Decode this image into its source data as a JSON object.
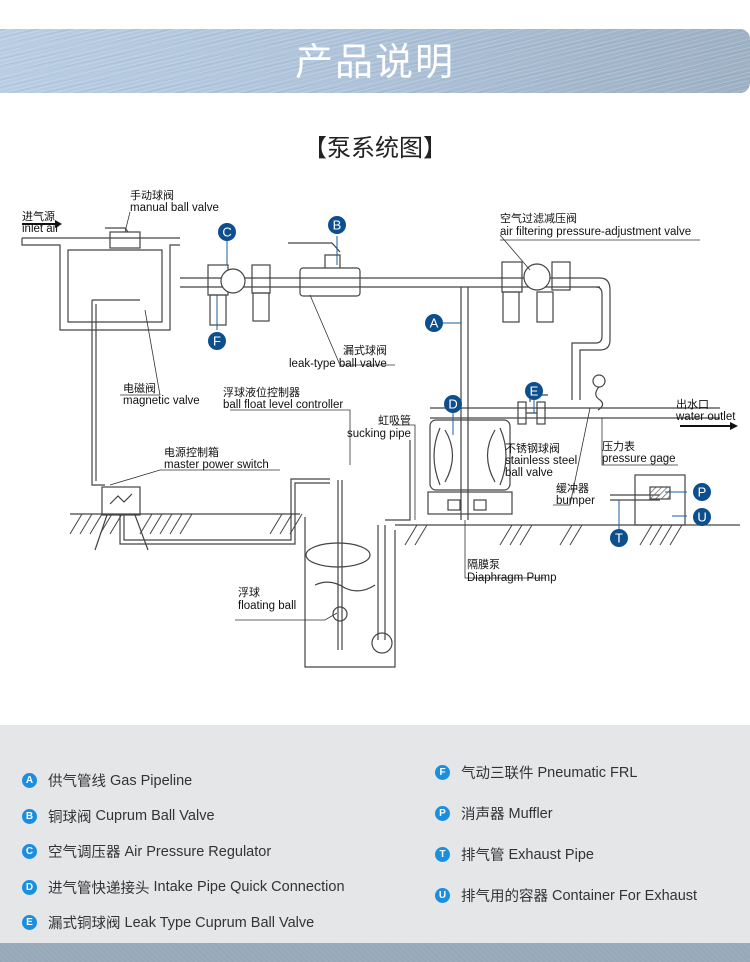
{
  "header": {
    "title": "产品说明"
  },
  "subtitle": "【泵系统图】",
  "colors": {
    "badge_diagram": "#0d4f8c",
    "badge_legend": "#1a8fe0",
    "header_band": "#aec3da",
    "legend_bg": "#e5e6e8"
  },
  "diagram": {
    "labels": {
      "inlet_air": {
        "cn": "进气源",
        "en": "inlet air"
      },
      "manual_ball_valve": {
        "cn": "手动球阀",
        "en": "manual ball valve"
      },
      "magnetic_valve": {
        "cn": "电磁阀",
        "en": "magnetic valve"
      },
      "leak_type_ball_valve": {
        "cn": "漏式球阀",
        "en": "leak-type ball valve"
      },
      "air_filtering_valve": {
        "cn": "空气过滤减压阀",
        "en": "air filtering pressure-adjustment valve"
      },
      "ball_float_controller": {
        "cn": "浮球液位控制器",
        "en": "ball float level controller"
      },
      "master_power_switch": {
        "cn": "电源控制箱",
        "en": "master power switch"
      },
      "sucking_pipe": {
        "cn": "虹吸管",
        "en": "sucking pipe"
      },
      "stainless_ball_valve": {
        "cn": "不锈钢球阀",
        "en1": "stainless steel",
        "en2": "ball valve"
      },
      "water_outlet": {
        "cn": "出水口",
        "en": "water outlet"
      },
      "pressure_gage": {
        "cn": "压力表",
        "en": "pressure gage"
      },
      "bumper": {
        "cn": "缓冲器",
        "en": "bumper"
      },
      "diaphragm_pump": {
        "cn": "隔膜泵",
        "en": "Diaphragm Pump"
      },
      "floating_ball": {
        "cn": "浮球",
        "en": "floating ball"
      }
    },
    "badges": {
      "A": "A",
      "B": "B",
      "C": "C",
      "D": "D",
      "E": "E",
      "F": "F",
      "P": "P",
      "T": "T",
      "U": "U"
    }
  },
  "legend": {
    "left": [
      {
        "badge": "A",
        "cn": "供气管线",
        "en": "Gas Pipeline"
      },
      {
        "badge": "B",
        "cn": "铜球阀",
        "en": "Cuprum Ball Valve"
      },
      {
        "badge": "C",
        "cn": "空气调压器",
        "en": "Air Pressure Regulator"
      },
      {
        "badge": "D",
        "cn": "进气管快递接头",
        "en": "Intake Pipe Quick Connection"
      },
      {
        "badge": "E",
        "cn": "漏式铜球阀",
        "en": "Leak Type Cuprum Ball Valve"
      }
    ],
    "right": [
      {
        "badge": "F",
        "cn": "气动三联件",
        "en": "Pneumatic FRL"
      },
      {
        "badge": "P",
        "cn": "消声器",
        "en": "Muffler"
      },
      {
        "badge": "T",
        "cn": "排气管",
        "en": "Exhaust Pipe"
      },
      {
        "badge": "U",
        "cn": "排气用的容器",
        "en": "Container For Exhaust"
      }
    ]
  }
}
